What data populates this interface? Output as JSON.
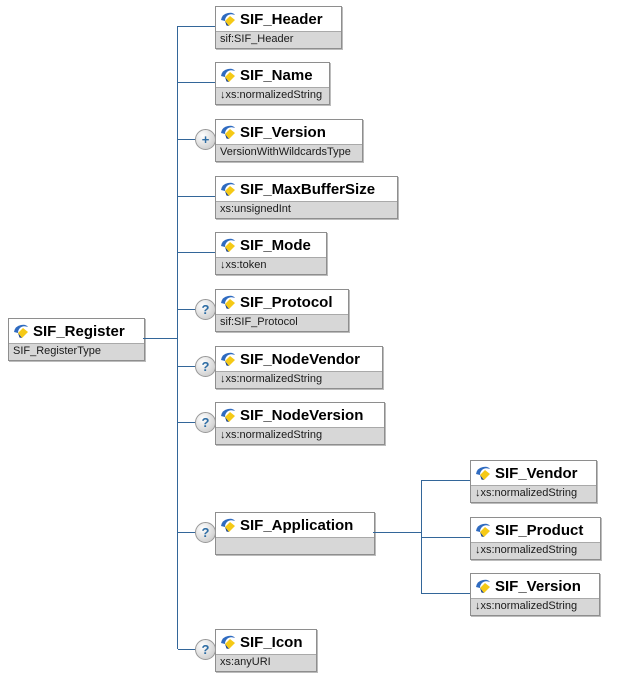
{
  "diagram": {
    "kind": "xml-schema-content-model",
    "colors": {
      "connector": "#336699",
      "node_border": "#8e8e8e",
      "type_band": "#d7d7d7",
      "indicator_glyph": "#2e6da4"
    },
    "icons": {
      "element_icon": "blue-yellow-diamond-swoosh",
      "optional_indicator": "?",
      "repeat_indicator": "+"
    },
    "root": {
      "name": "SIF_Register",
      "type": "SIF_RegisterType"
    },
    "children": [
      {
        "name": "SIF_Header",
        "type": "sif:SIF_Header",
        "indicator": ""
      },
      {
        "name": "SIF_Name",
        "type": "↓xs:normalizedString",
        "indicator": ""
      },
      {
        "name": "SIF_Version",
        "type": "VersionWithWildcardsType",
        "indicator": "+"
      },
      {
        "name": "SIF_MaxBufferSize",
        "type": "xs:unsignedInt",
        "indicator": ""
      },
      {
        "name": "SIF_Mode",
        "type": "↓xs:token",
        "indicator": ""
      },
      {
        "name": "SIF_Protocol",
        "type": "sif:SIF_Protocol",
        "indicator": "?"
      },
      {
        "name": "SIF_NodeVendor",
        "type": "↓xs:normalizedString",
        "indicator": "?"
      },
      {
        "name": "SIF_NodeVersion",
        "type": "↓xs:normalizedString",
        "indicator": "?"
      },
      {
        "name": "SIF_Application",
        "type": "",
        "indicator": "?",
        "children": [
          {
            "name": "SIF_Vendor",
            "type": "↓xs:normalizedString"
          },
          {
            "name": "SIF_Product",
            "type": "↓xs:normalizedString"
          },
          {
            "name": "SIF_Version",
            "type": "↓xs:normalizedString"
          }
        ]
      },
      {
        "name": "SIF_Icon",
        "type": "xs:anyURI",
        "indicator": "?"
      }
    ]
  }
}
